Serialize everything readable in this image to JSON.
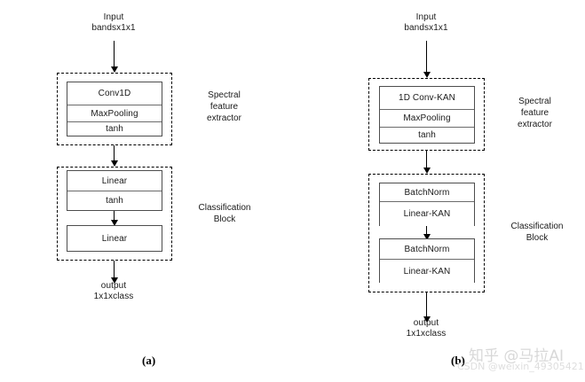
{
  "figure": {
    "panels": [
      {
        "letter": "(a)",
        "input_label": "Input\nbandsx1x1",
        "output_label": "output\n1x1xclass",
        "groups": [
          {
            "side_label": "Spectral\nfeature\nextractor",
            "layers": [
              "Conv1D",
              "MaxPooling",
              "tanh"
            ]
          },
          {
            "side_label": "Classification\nBlock",
            "stacks": [
              [
                "Linear",
                "tanh"
              ],
              [
                "Linear"
              ]
            ]
          }
        ]
      },
      {
        "letter": "(b)",
        "input_label": "Input\nbandsx1x1",
        "output_label": "output\n1x1xclass",
        "groups": [
          {
            "side_label": "Spectral\nfeature\nextractor",
            "layers": [
              "1D Conv-KAN",
              "MaxPooling",
              "tanh"
            ]
          },
          {
            "side_label": "Classification\nBlock",
            "stacks": [
              [
                "BatchNorm",
                "Linear-KAN"
              ],
              [
                "BatchNorm",
                "Linear-KAN"
              ]
            ]
          }
        ]
      }
    ]
  },
  "watermarks": {
    "zhihu": "知乎 @马拉AI",
    "csdn": "CSDN @weixin_49305421"
  }
}
